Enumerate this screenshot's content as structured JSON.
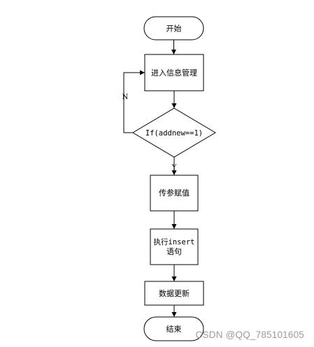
{
  "nodes": {
    "start": "开始",
    "enter_info_mgmt": "进入信息管理",
    "decision": "If(addnew==1)",
    "pass_params": "传参赋值",
    "exec_insert_line1": "执行insert",
    "exec_insert_line2": "语句",
    "data_update": "数据更新",
    "end": "结束"
  },
  "edges": {
    "no_label": "N",
    "yes_label": "Y"
  },
  "watermark": "CSDN @QQ_785101605"
}
